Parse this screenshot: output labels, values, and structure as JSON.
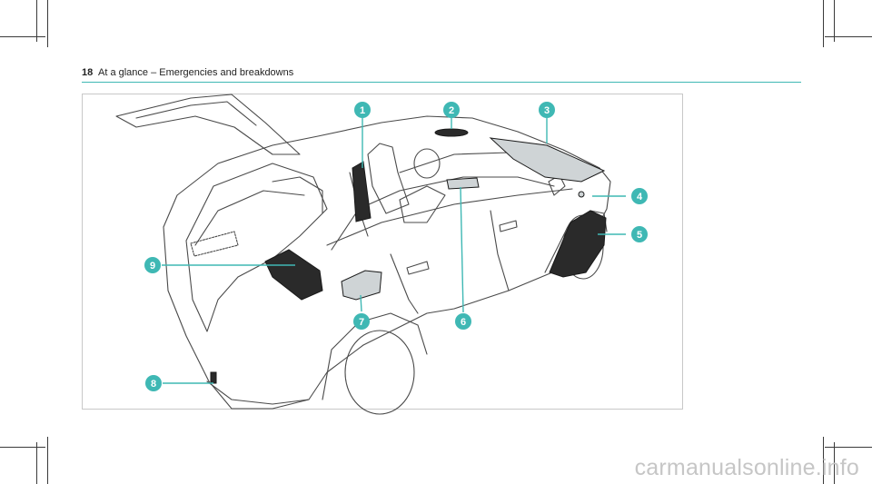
{
  "header": {
    "page_number": "18",
    "title": "At a glance – Emergencies and breakdowns"
  },
  "figure": {
    "callouts": [
      "1",
      "2",
      "3",
      "4",
      "5",
      "6",
      "7",
      "8",
      "9"
    ]
  },
  "watermark": "carmanualsonline.info",
  "colors": {
    "accent": "#3fb8b4",
    "line": "#4a4a4a",
    "highlight_fill": "#cfd4d6"
  }
}
